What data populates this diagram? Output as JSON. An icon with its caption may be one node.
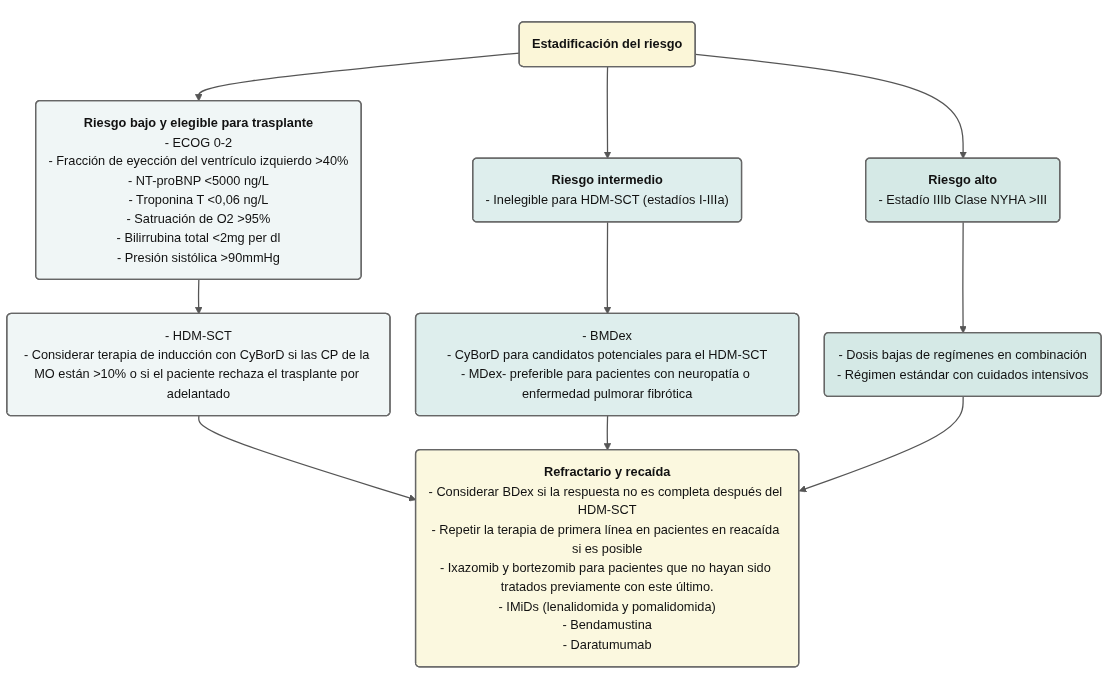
{
  "diagram": {
    "nodes": [
      {
        "text": [
          "Estadificación del riesgo"
        ]
      },
      {
        "text": [
          "Riesgo bajo y elegible para trasplante",
          "- ECOG 0-2",
          "- Fracción de eyección del ventrículo izquierdo >40%",
          "- NT-proBNP <5000 ng/L",
          "- Troponina T <0,06 ng/L",
          "- Satruación de O2  >95%",
          "- Bilirrubina total <2mg per dl",
          "- Presión sistólica >90mmHg"
        ]
      },
      {
        "text": [
          "- HDM-SCT",
          "- Considerar terapia de inducción con CyBorD si las CP de la MO están >10% o si el paciente rechaza el trasplante por adelantado"
        ]
      },
      {
        "text": [
          "Riesgo intermedio",
          "- Inelegible para HDM-SCT (estadíos I-IIIa)"
        ]
      },
      {
        "text": [
          "- BMDex",
          "- CyBorD para candidatos potenciales para el HDM-SCT",
          "- MDex- preferible para pacientes con neuropatía o enfermedad pulmorar fibrótica"
        ]
      },
      {
        "text": [
          "Riesgo alto",
          "- Estadío IIIb Clase NYHA >III"
        ]
      },
      {
        "text": [
          "- Dosis bajas de regímenes en combinación",
          "- Régimen estándar con cuidados intensivos"
        ]
      },
      {
        "text": [
          "Refractario y recaída",
          "- Considerar BDex si la respuesta no es completa después del HDM-SCT",
          "- Repetir la terapia de primera línea en pacientes en reacaída si es posible",
          "- Ixazomib y bortezomib para pacientes que no hayan sido tratados previamente con este último.",
          "- IMiDs (lenalidomida y pomalidomida)",
          "- Bendamustina",
          "- Daratumumab"
        ]
      }
    ],
    "edges": [
      {
        "from": 0,
        "to": 1,
        "arrow": "to"
      },
      {
        "from": 0,
        "to": 3,
        "arrow": "to"
      },
      {
        "from": 0,
        "to": 5,
        "arrow": "to"
      },
      {
        "from": 1,
        "to": 2,
        "arrow": "to"
      },
      {
        "from": 3,
        "to": 4,
        "arrow": "to"
      },
      {
        "from": 5,
        "to": 6,
        "arrow": "to"
      },
      {
        "from": 2,
        "to": 7,
        "arrow": "to"
      },
      {
        "from": 4,
        "to": 7,
        "arrow": "to"
      },
      {
        "from": 6,
        "to": 7,
        "arrow": "to"
      }
    ]
  }
}
